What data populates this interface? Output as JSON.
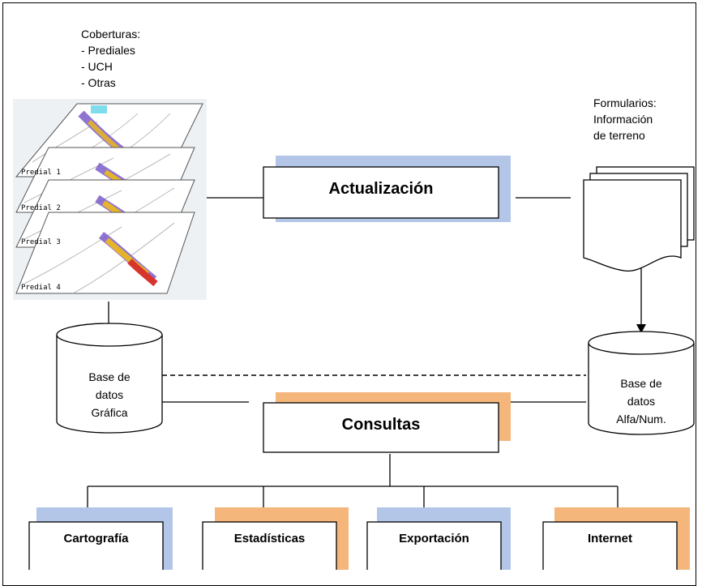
{
  "colors": {
    "blue_shadow": "#b4c6e7",
    "orange_shadow": "#f4b67a",
    "line": "#000000",
    "background": "#ffffff"
  },
  "coverage": {
    "title": "Coberturas:",
    "items": [
      "- Prediales",
      "- UCH",
      "- Otras"
    ],
    "layer_labels": [
      "Predial 1",
      "Predial 2",
      "Predial 3",
      "Predial 4"
    ]
  },
  "forms": {
    "lines": [
      "Formularios:",
      "Información",
      "de terreno"
    ]
  },
  "process": {
    "update_label": "Actualización",
    "query_label": "Consultas"
  },
  "databases": {
    "graphic": [
      "Base de",
      "datos",
      "Gráfica"
    ],
    "alphanumeric": [
      "Base de",
      "datos",
      "Alfa/Num."
    ]
  },
  "outputs": [
    "Cartografía",
    "Estadísticas",
    "Exportación",
    "Internet"
  ]
}
